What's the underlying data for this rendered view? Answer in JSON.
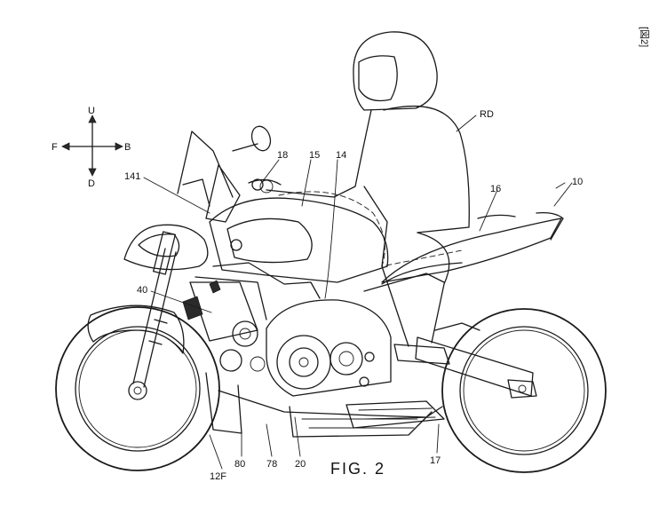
{
  "sheet_tag": "[図2]",
  "figure_caption": "FIG. 2",
  "directions": {
    "up": "U",
    "down": "D",
    "front": "F",
    "back": "B"
  },
  "labels": {
    "motorcycle": "10",
    "rider": "RD",
    "windscreen_stay": "141",
    "handle_grip": "18",
    "fuel_tank": "15",
    "frame": "14",
    "seat": "16",
    "air_cleaner": "40",
    "front_wheel": "12F",
    "sensor": "80",
    "pipe": "78",
    "engine": "20",
    "exhaust": "17"
  }
}
